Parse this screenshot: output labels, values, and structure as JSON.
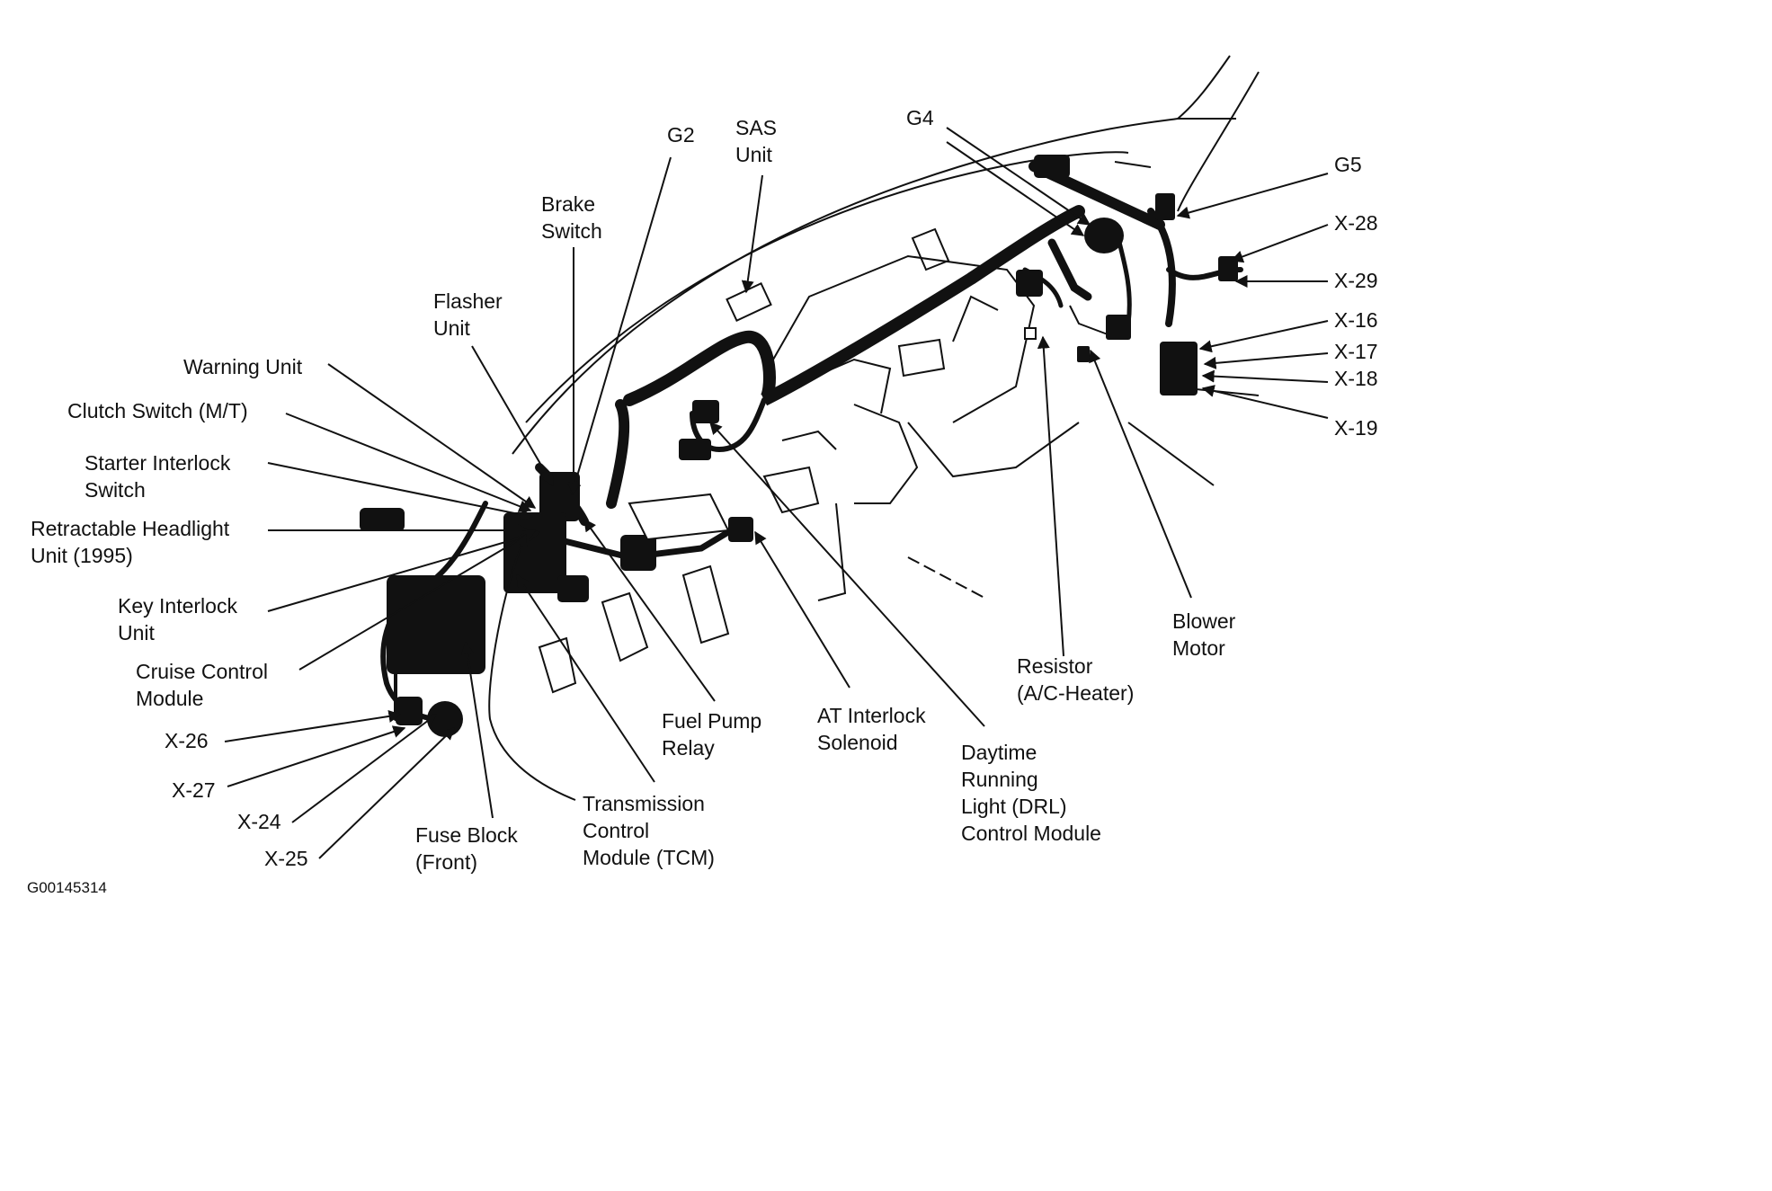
{
  "figure_id": "G00145314",
  "labels": {
    "g2": "G2",
    "sas_unit": "SAS\nUnit",
    "g4": "G4",
    "g5": "G5",
    "brake_switch": "Brake\nSwitch",
    "flasher_unit": "Flasher\nUnit",
    "warning_unit": "Warning Unit",
    "clutch_switch": "Clutch Switch (M/T)",
    "starter_interlock": "Starter Interlock\nSwitch",
    "retractable_headlight": "Retractable Headlight\nUnit (1995)",
    "key_interlock": "Key Interlock\nUnit",
    "cruise_control": "Cruise Control\nModule",
    "x26": "X-26",
    "x27": "X-27",
    "x24": "X-24",
    "x25": "X-25",
    "fuse_block": "Fuse Block\n(Front)",
    "tcm": "Transmission\nControl\nModule (TCM)",
    "fuel_pump_relay": "Fuel Pump\nRelay",
    "at_interlock": "AT Interlock\nSolenoid",
    "drl": "Daytime\nRunning\nLight (DRL)\nControl Module",
    "resistor": "Resistor\n(A/C-Heater)",
    "blower_motor": "Blower\nMotor",
    "x28": "X-28",
    "x29": "X-29",
    "x16": "X-16",
    "x17": "X-17",
    "x18": "X-18",
    "x19": "X-19"
  },
  "colors": {
    "ink": "#111111",
    "background": "#ffffff"
  }
}
